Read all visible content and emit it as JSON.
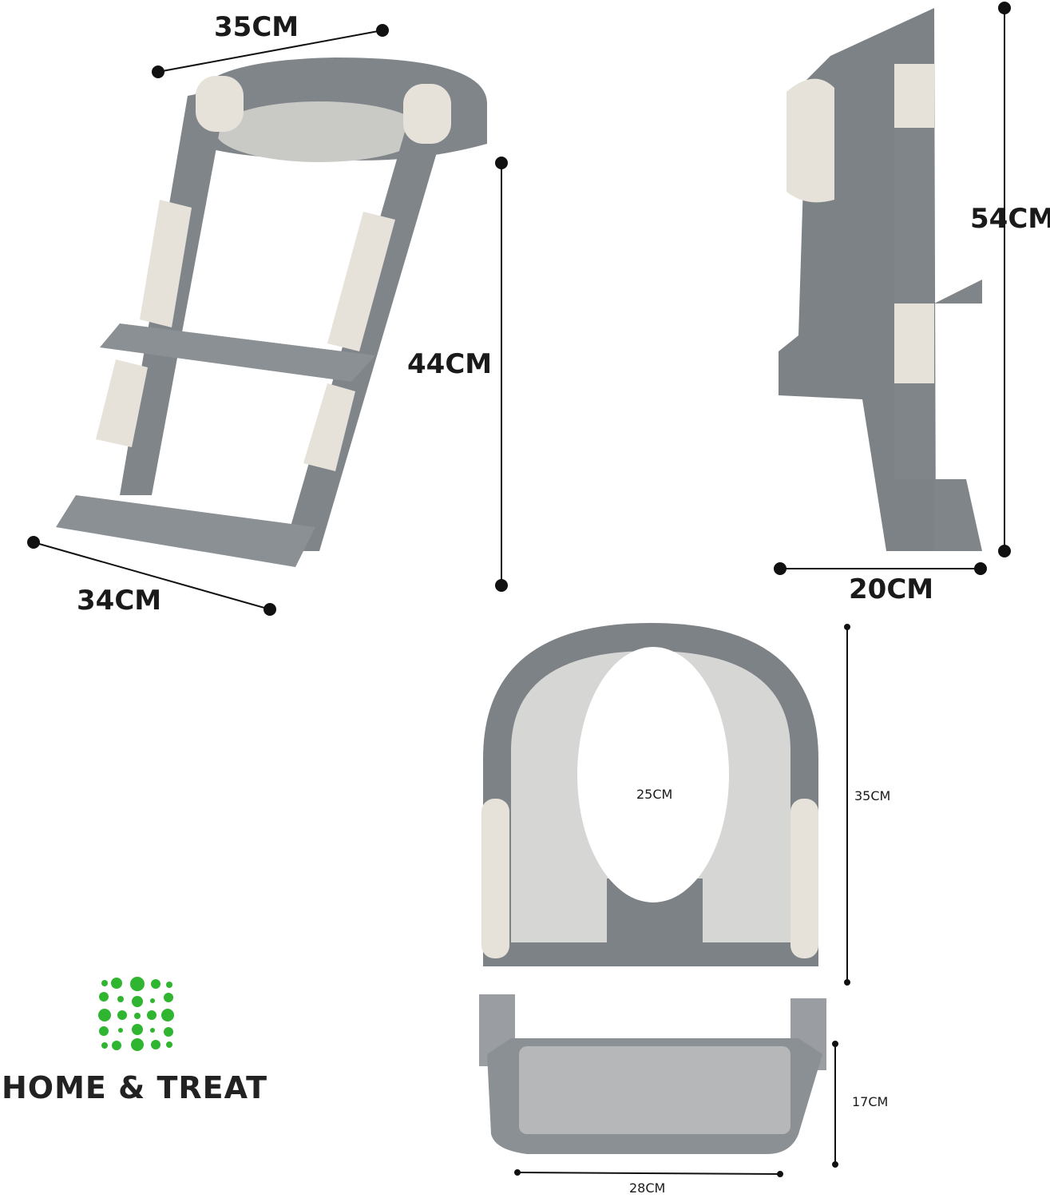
{
  "dimensions": {
    "ladder_top_width": "35CM",
    "ladder_bottom_width": "34CM",
    "ladder_height": "44CM",
    "side_height": "54CM",
    "side_depth": "20CM",
    "seat_opening": "25CM",
    "seat_length": "35CM",
    "step_height": "17CM",
    "step_width": "28CM"
  },
  "brand": {
    "name": "HOME & TREAT",
    "color": "#2fb52f"
  },
  "colors": {
    "body": "#7d8287",
    "accent": "#e6e2da",
    "line": "#111111"
  }
}
